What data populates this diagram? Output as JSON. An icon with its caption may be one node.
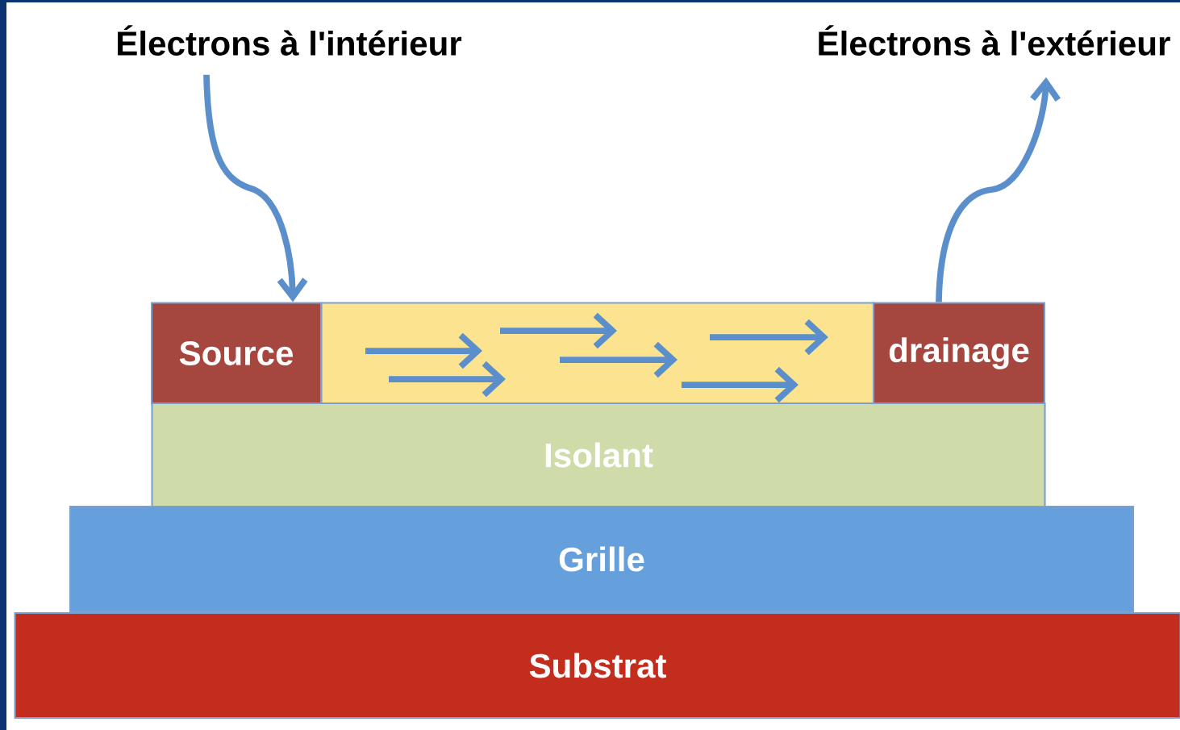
{
  "diagram": {
    "nodes": [
      {
        "text": [
          "Électrons à l'intérieur"
        ]
      },
      {
        "text": [
          "Électrons à l'extérieur"
        ]
      },
      {
        "text": [
          "Source"
        ]
      },
      {
        "text": [],
        "shape": "box"
      },
      {
        "text": [
          "drainage"
        ]
      },
      {
        "text": [
          "Isolant"
        ]
      },
      {
        "text": [
          "Grille"
        ]
      },
      {
        "text": [
          "Substrat"
        ]
      }
    ],
    "edges": [
      {
        "from": 0,
        "to": 2,
        "arrow": "to"
      },
      {
        "from": 4,
        "to": 1,
        "arrow": "to"
      }
    ]
  }
}
